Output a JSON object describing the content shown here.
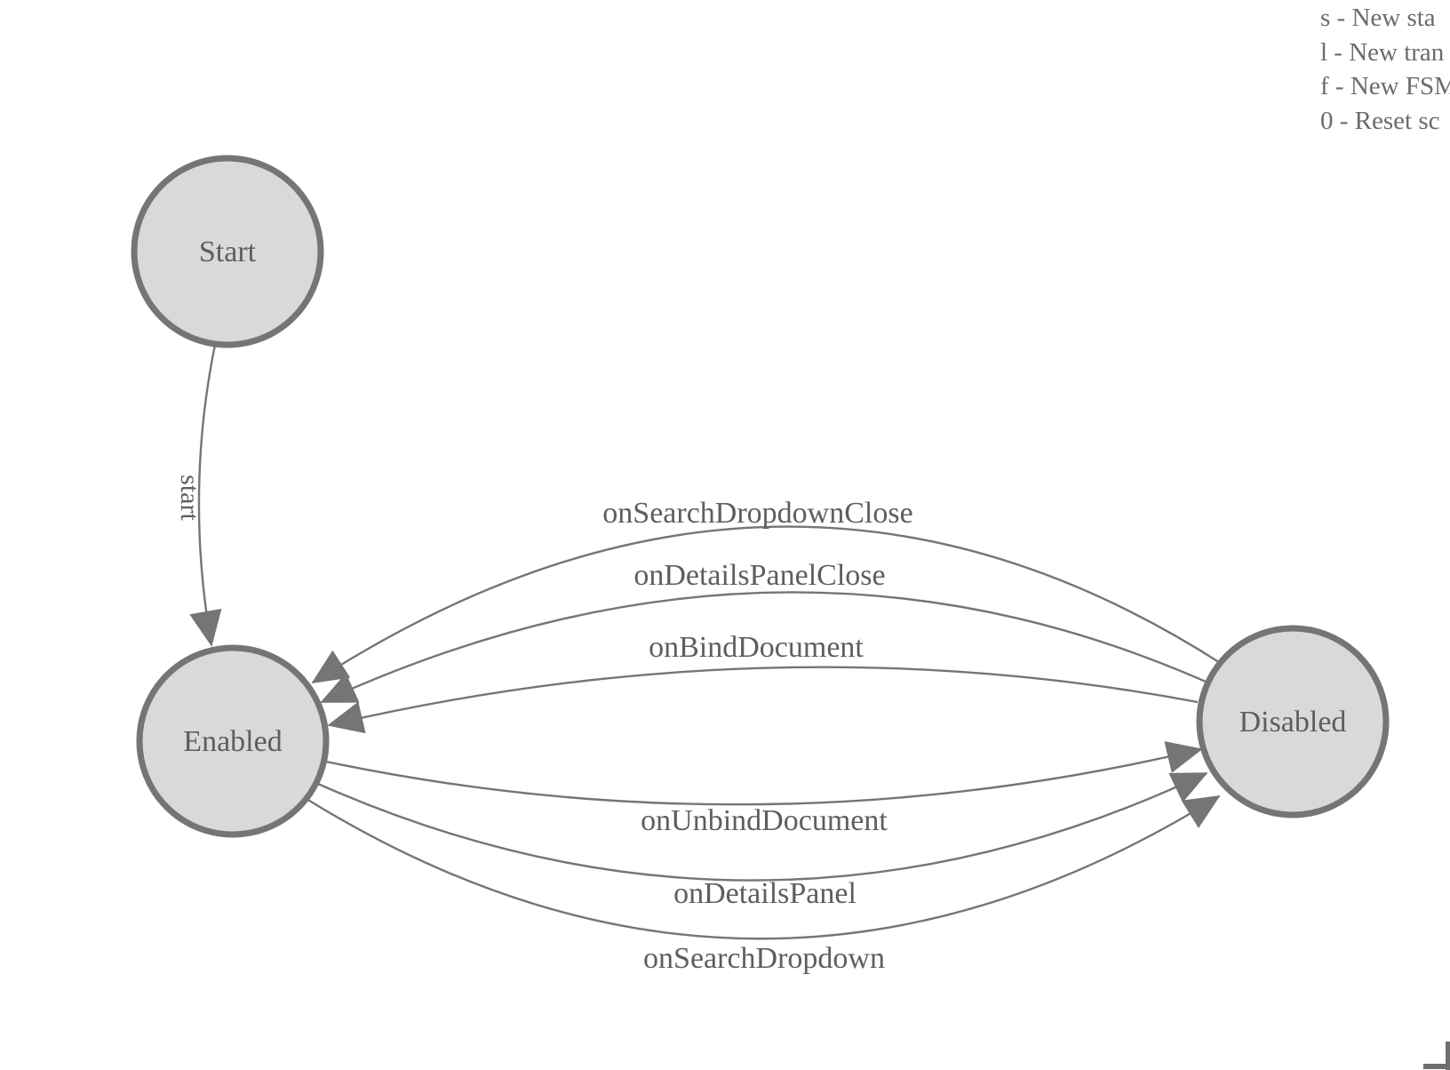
{
  "legend": {
    "lines": [
      "s - New sta",
      "l - New tran",
      "f - New FSM",
      "0 - Reset sc"
    ]
  },
  "diagram": {
    "states": [
      {
        "label": "Start"
      },
      {
        "label": "Enabled"
      },
      {
        "label": "Disabled"
      }
    ],
    "transitions": [
      {
        "label": "start",
        "from": "Start",
        "to": "Enabled"
      },
      {
        "label": "onSearchDropdownClose",
        "from": "Disabled",
        "to": "Enabled"
      },
      {
        "label": "onDetailsPanelClose",
        "from": "Disabled",
        "to": "Enabled"
      },
      {
        "label": "onBindDocument",
        "from": "Disabled",
        "to": "Enabled"
      },
      {
        "label": "onUnbindDocument",
        "from": "Enabled",
        "to": "Disabled"
      },
      {
        "label": "onDetailsPanel",
        "from": "Enabled",
        "to": "Disabled"
      },
      {
        "label": "onSearchDropdown",
        "from": "Enabled",
        "to": "Disabled"
      }
    ]
  },
  "colors": {
    "page_bg": "#ffffff",
    "state_fill": "#d9d9d9",
    "state_stroke": "#757575",
    "edge": "#757575",
    "edge_label": "#5e5e5e",
    "legend_text": "#6b6b6b"
  }
}
